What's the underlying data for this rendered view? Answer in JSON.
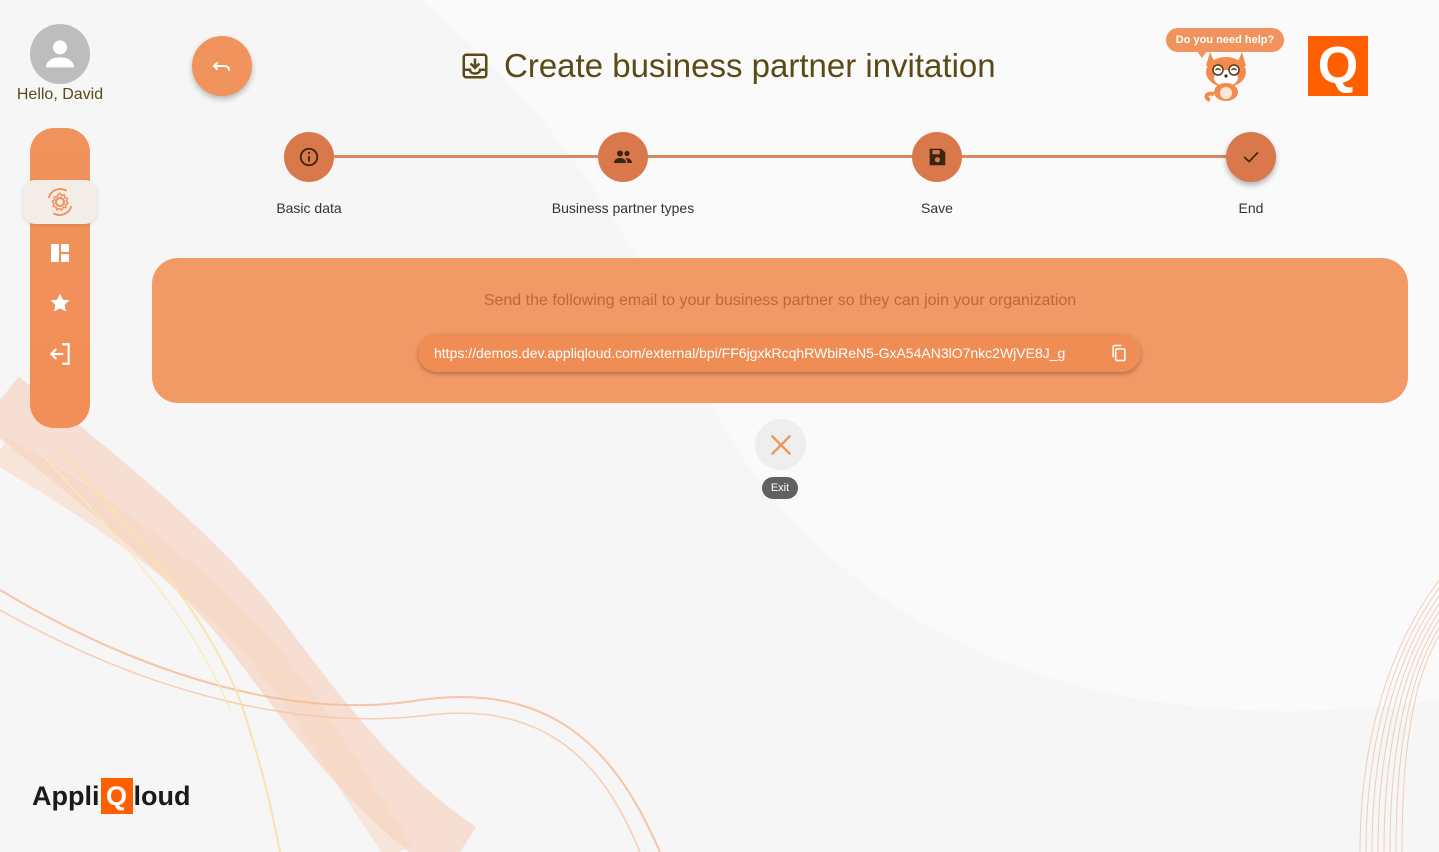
{
  "user": {
    "greeting": "Hello, David"
  },
  "header": {
    "title": "Create business partner invitation"
  },
  "help": {
    "bubble_text": "Do you need help?"
  },
  "logo": {
    "letter": "Q"
  },
  "stepper": {
    "steps": [
      {
        "label": "Basic data",
        "icon": "info-icon"
      },
      {
        "label": "Business partner types",
        "icon": "people-icon"
      },
      {
        "label": "Save",
        "icon": "save-icon"
      },
      {
        "label": "End",
        "icon": "check-icon"
      }
    ]
  },
  "panel": {
    "message": "Send the following email to your business partner so they can join your organization",
    "link": "https://demos.dev.appliqloud.com/external/bpi/FF6jgxkRcqhRWbiReN5-GxA54AN3lO7nkc2WjVE8J_g"
  },
  "exit": {
    "label": "Exit"
  },
  "brand": {
    "prefix": "Appli",
    "q": "Q",
    "suffix": "loud"
  },
  "colors": {
    "accent": "#f0935c",
    "step": "#d9784a",
    "panel": "#f29a66",
    "brand_orange": "#ff5f00",
    "title": "#5b4a16"
  }
}
